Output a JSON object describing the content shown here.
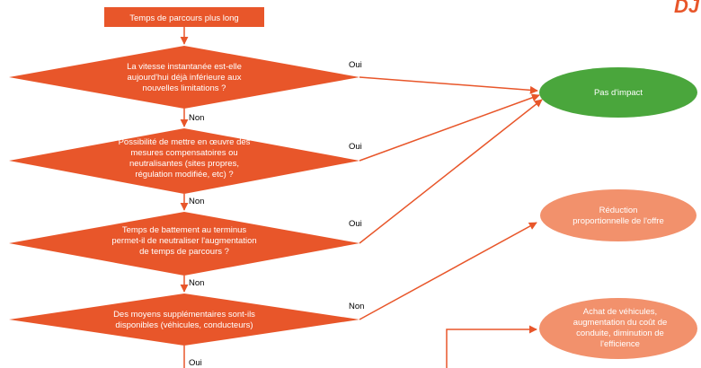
{
  "colors": {
    "accent": "#e8562a",
    "salmon": "#f2916c",
    "green": "#4aa63c",
    "line": "#e8562a"
  },
  "logo_partial": "DJ",
  "nodes": {
    "start": "Temps de parcours plus long",
    "q1": [
      "La vitesse instantanée est-elle",
      "aujourd'hui déjà inférieure aux",
      "nouvelles limitations ?"
    ],
    "q2": [
      "Possibilité de mettre en œuvre des",
      "mesures compensatoires ou",
      "neutralisantes (sites propres,",
      "régulation modifiée, etc) ?"
    ],
    "q3": [
      "Temps de battement au terminus",
      "permet-il de neutraliser l'augmentation",
      "de temps de parcours ?"
    ],
    "q4": [
      "Des moyens supplémentaires sont-ils",
      "disponibles (véhicules, conducteurs)"
    ],
    "out_no_impact": "Pas d'impact",
    "out_reduction": [
      "Réduction",
      "proportionnelle de l'offre"
    ],
    "out_achat": [
      "Achat de véhicules,",
      "augmentation du coût de",
      "conduite, diminution de",
      "l'efficience"
    ]
  },
  "edges": {
    "q1_yes": "Oui",
    "q1_no": "Non",
    "q2_yes": "Oui",
    "q2_no": "Non",
    "q3_yes": "Oui",
    "q3_no": "Non",
    "q4_no": "Non",
    "q4_yes": "Oui"
  }
}
